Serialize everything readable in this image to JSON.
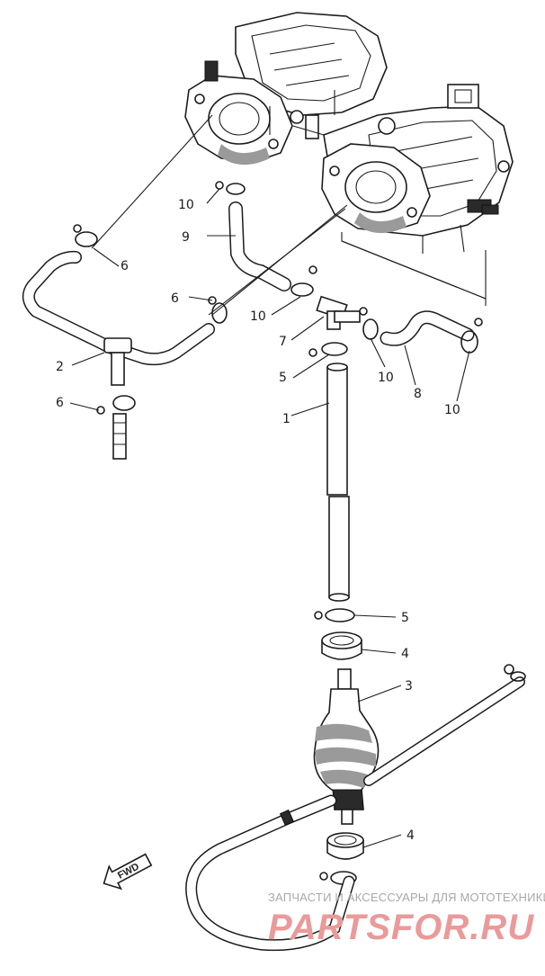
{
  "callouts": [
    {
      "id": "c9",
      "text": "9"
    },
    {
      "id": "c10a",
      "text": "10"
    },
    {
      "id": "c6a",
      "text": "6"
    },
    {
      "id": "c6b",
      "text": "6"
    },
    {
      "id": "c10b",
      "text": "10"
    },
    {
      "id": "c7",
      "text": "7"
    },
    {
      "id": "c2",
      "text": "2"
    },
    {
      "id": "c5a",
      "text": "5"
    },
    {
      "id": "c10c",
      "text": "10"
    },
    {
      "id": "c8",
      "text": "8"
    },
    {
      "id": "c6c",
      "text": "6"
    },
    {
      "id": "c10d",
      "text": "10"
    },
    {
      "id": "c1",
      "text": "1"
    },
    {
      "id": "c5b",
      "text": "5"
    },
    {
      "id": "c4a",
      "text": "4"
    },
    {
      "id": "c3",
      "text": "3"
    },
    {
      "id": "c4b",
      "text": "4"
    }
  ],
  "fwd_label": "FWD",
  "watermark": {
    "line1": "ЗАПЧАСТИ И АКСЕССУАРЫ ДЛЯ МОТОТЕХНИКИ",
    "line2": "PARTSFOR.RU"
  }
}
